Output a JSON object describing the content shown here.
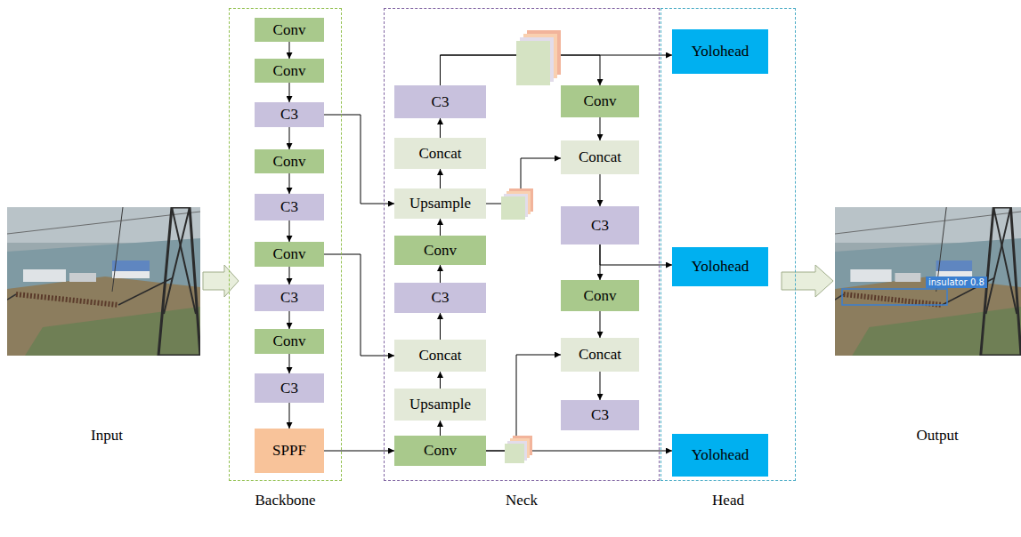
{
  "diagram": {
    "nodes": [
      {
        "text": [
          "Backbone"
        ]
      },
      {
        "text": [
          "Conv"
        ],
        "in": 0
      },
      {
        "text": [
          "Conv"
        ],
        "in": 0
      },
      {
        "text": [
          "C3"
        ],
        "in": 0
      },
      {
        "text": [
          "Conv"
        ],
        "in": 0
      },
      {
        "text": [
          "C3"
        ],
        "in": 0
      },
      {
        "text": [
          "Conv"
        ],
        "in": 0
      },
      {
        "text": [
          "C3"
        ],
        "in": 0
      },
      {
        "text": [
          "Conv"
        ],
        "in": 0
      },
      {
        "text": [
          "C3"
        ],
        "in": 0
      },
      {
        "text": [
          "SPPF"
        ],
        "in": 0
      },
      {
        "text": [
          "Neck"
        ]
      },
      {
        "text": [
          "C3"
        ],
        "in": 11
      },
      {
        "text": [
          "Concat"
        ],
        "in": 11
      },
      {
        "text": [
          "Upsample"
        ],
        "in": 11
      },
      {
        "text": [
          "Conv"
        ],
        "in": 11
      },
      {
        "text": [
          "C3"
        ],
        "in": 11
      },
      {
        "text": [
          "Concat"
        ],
        "in": 11
      },
      {
        "text": [
          "Upsample"
        ],
        "in": 11
      },
      {
        "text": [
          "Conv"
        ],
        "in": 11
      },
      {
        "text": [
          "Conv"
        ],
        "in": 11
      },
      {
        "text": [
          "Concat"
        ],
        "in": 11
      },
      {
        "text": [
          "C3"
        ],
        "in": 11
      },
      {
        "text": [
          "Conv"
        ],
        "in": 11
      },
      {
        "text": [
          "Concat"
        ],
        "in": 11
      },
      {
        "text": [
          "C3"
        ],
        "in": 11
      },
      {
        "text": [
          "Head"
        ]
      },
      {
        "text": [
          "Yolohead"
        ],
        "in": 26
      },
      {
        "text": [
          "Yolohead"
        ],
        "in": 26
      },
      {
        "text": [
          "Yolohead"
        ],
        "in": 26
      }
    ],
    "edges": [
      {
        "from": 1,
        "to": 2,
        "arrow": "to"
      },
      {
        "from": 2,
        "to": 3,
        "arrow": "to"
      },
      {
        "from": 3,
        "to": 4,
        "arrow": "to"
      },
      {
        "from": 4,
        "to": 5,
        "arrow": "to"
      },
      {
        "from": 5,
        "to": 6,
        "arrow": "to"
      },
      {
        "from": 6,
        "to": 7,
        "arrow": "to"
      },
      {
        "from": 7,
        "to": 8,
        "arrow": "to"
      },
      {
        "from": 8,
        "to": 9,
        "arrow": "to"
      },
      {
        "from": 9,
        "to": 10,
        "arrow": "to"
      },
      {
        "from": 3,
        "to": 14,
        "arrow": "to"
      },
      {
        "from": 6,
        "to": 17,
        "arrow": "to"
      },
      {
        "from": 10,
        "to": 19,
        "arrow": "to"
      },
      {
        "from": 19,
        "to": 18,
        "arrow": "to"
      },
      {
        "from": 18,
        "to": 17,
        "arrow": "to"
      },
      {
        "from": 17,
        "to": 16,
        "arrow": "to"
      },
      {
        "from": 16,
        "to": 15,
        "arrow": "to"
      },
      {
        "from": 15,
        "to": 14,
        "arrow": "to"
      },
      {
        "from": 14,
        "to": 13,
        "arrow": "to"
      },
      {
        "from": 13,
        "to": 12,
        "arrow": "to"
      },
      {
        "from": 12,
        "to": 27,
        "arrow": "to"
      },
      {
        "from": 12,
        "to": 20,
        "arrow": "to"
      },
      {
        "from": 14,
        "to": 21,
        "arrow": "to"
      },
      {
        "from": 19,
        "to": 29,
        "arrow": "to"
      },
      {
        "from": 19,
        "to": 24,
        "arrow": "to"
      },
      {
        "from": 20,
        "to": 21,
        "arrow": "to"
      },
      {
        "from": 21,
        "to": 22,
        "arrow": "to"
      },
      {
        "from": 22,
        "to": 28,
        "arrow": "to"
      },
      {
        "from": 22,
        "to": 23,
        "arrow": "to"
      },
      {
        "from": 23,
        "to": 24,
        "arrow": "to"
      },
      {
        "from": 24,
        "to": 25,
        "arrow": "to"
      }
    ],
    "labels": [
      "Input",
      "insulator 0.8",
      "Output"
    ]
  }
}
